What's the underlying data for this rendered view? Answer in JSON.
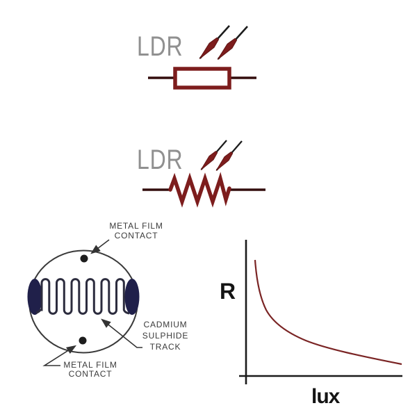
{
  "page": {
    "background": "#ffffff"
  },
  "colors": {
    "symbol_red": "#7d1d1d",
    "lead_dark": "#330d0d",
    "arrow_shaft_black": "#1c1c1c",
    "ldr_text_gray": "#909090",
    "diagram_ink": "#3a3a3a",
    "contact_fill_navy": "#20204a",
    "dot_black": "#1d1d1d",
    "curve_red": "#7a2424",
    "axis_black": "#1a1a1a"
  },
  "symbol_box": {
    "label": "LDR"
  },
  "symbol_zigzag": {
    "label": "LDR"
  },
  "construction": {
    "top_contact_label": {
      "line1": "METAL FILM",
      "line2": "CONTACT"
    },
    "track_label": {
      "line1": "CADMIUM",
      "line2": "SULPHIDE",
      "line3": "TRACK"
    },
    "bottom_contact_label": {
      "line1": "METAL FILM",
      "line2": "CONTACT"
    }
  },
  "graph": {
    "y_axis_label": "R",
    "x_axis_label": "lux"
  },
  "chart_data": {
    "type": "line",
    "title": "",
    "xlabel": "lux",
    "ylabel": "R",
    "legend": [],
    "grid": false,
    "axis_ticks": "none",
    "trend": "monotonically decreasing hyperbolic curve (resistance falls as illuminance rises)",
    "curve_points_normalized": [
      {
        "x": 0.06,
        "y": 0.85
      },
      {
        "x": 0.09,
        "y": 0.65
      },
      {
        "x": 0.13,
        "y": 0.49
      },
      {
        "x": 0.22,
        "y": 0.35
      },
      {
        "x": 0.38,
        "y": 0.26
      },
      {
        "x": 0.52,
        "y": 0.2
      },
      {
        "x": 0.75,
        "y": 0.14
      },
      {
        "x": 1.0,
        "y": 0.09
      }
    ]
  }
}
